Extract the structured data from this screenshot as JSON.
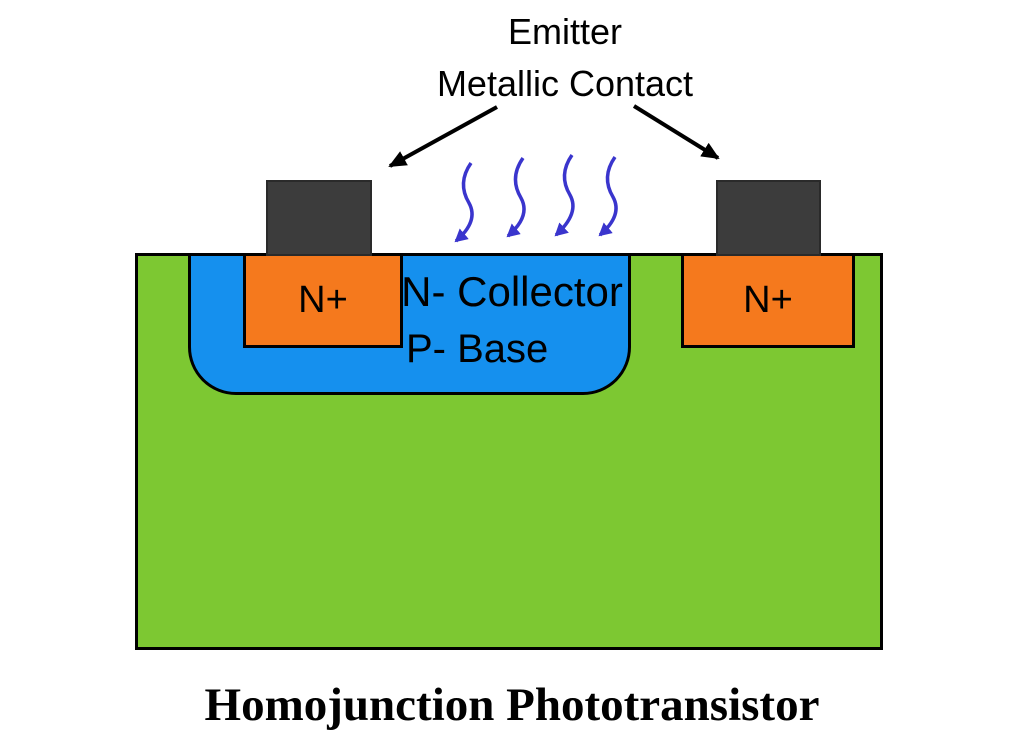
{
  "title": "Homojunction Phototransistor",
  "annotation": {
    "line1": "Emitter",
    "line2": "Metallic Contact"
  },
  "regions": {
    "emitter_left": "N+",
    "emitter_right": "N+",
    "base": "P- Base",
    "collector": "N- Collector"
  },
  "icons": {
    "pointer_arrows": "black-arrow",
    "light_rays": "wavy-blue-arrows"
  },
  "colors": {
    "collector-green": "#7DC832",
    "base-blue": "#1590EE",
    "emitter-orange": "#F5791D",
    "contact-gray": "#3C3C3C",
    "ray-blue": "#3A35CD",
    "outline": "#000000",
    "background": "#FFFFFF"
  }
}
